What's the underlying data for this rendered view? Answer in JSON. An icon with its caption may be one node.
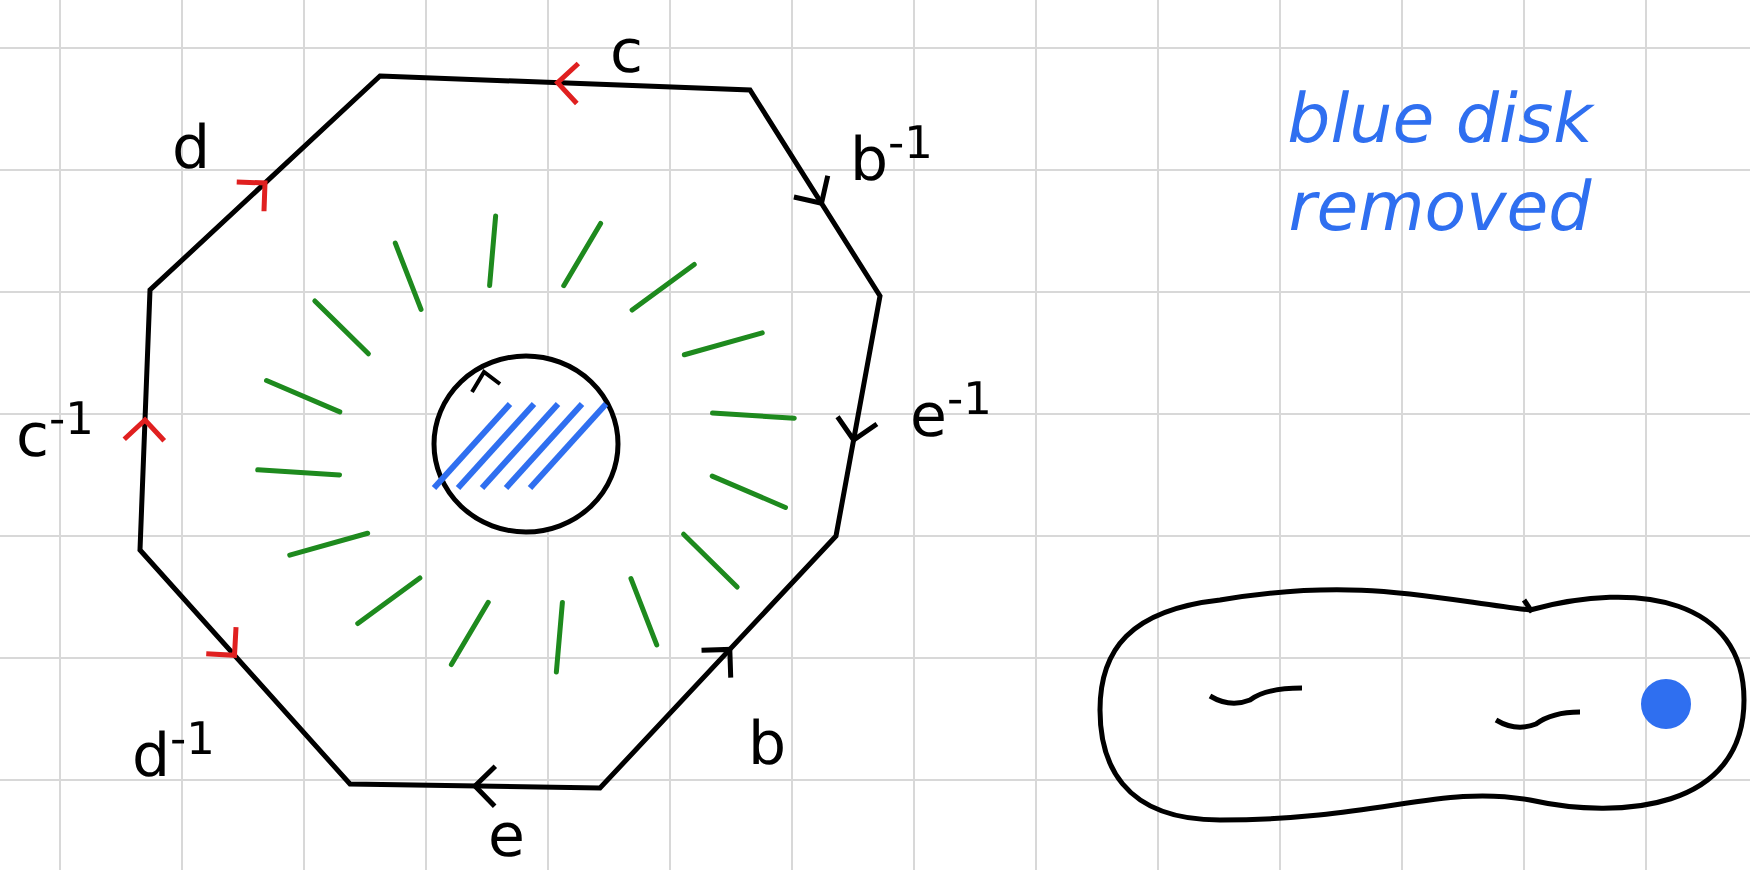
{
  "diagram": {
    "labels": [
      "c",
      "d",
      "b$^{-1}$",
      "c$^{-1}$",
      "e$^{-1}$",
      "d$^{-1}$",
      "b",
      "e",
      "blue disk removed"
    ]
  }
}
